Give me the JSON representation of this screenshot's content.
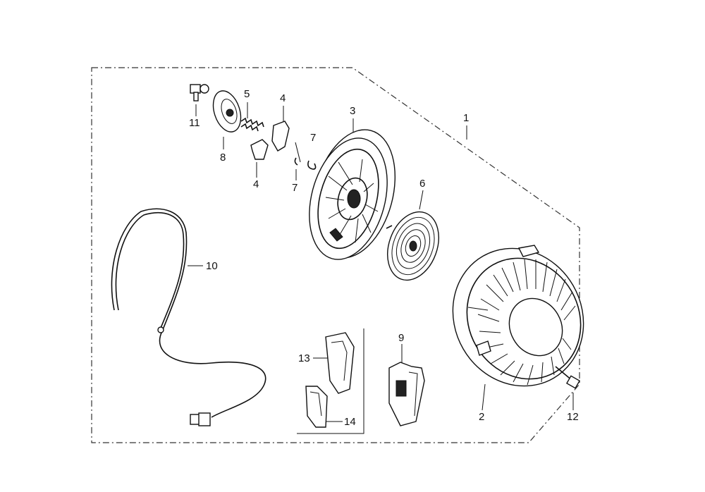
{
  "callouts": {
    "c1": "1",
    "c2": "2",
    "c3": "3",
    "c4a": "4",
    "c4b": "4",
    "c5": "5",
    "c6": "6",
    "c7a": "7",
    "c7b": "7",
    "c8": "8",
    "c9": "9",
    "c10": "10",
    "c11": "11",
    "c12": "12",
    "c13": "13",
    "c14": "14"
  }
}
